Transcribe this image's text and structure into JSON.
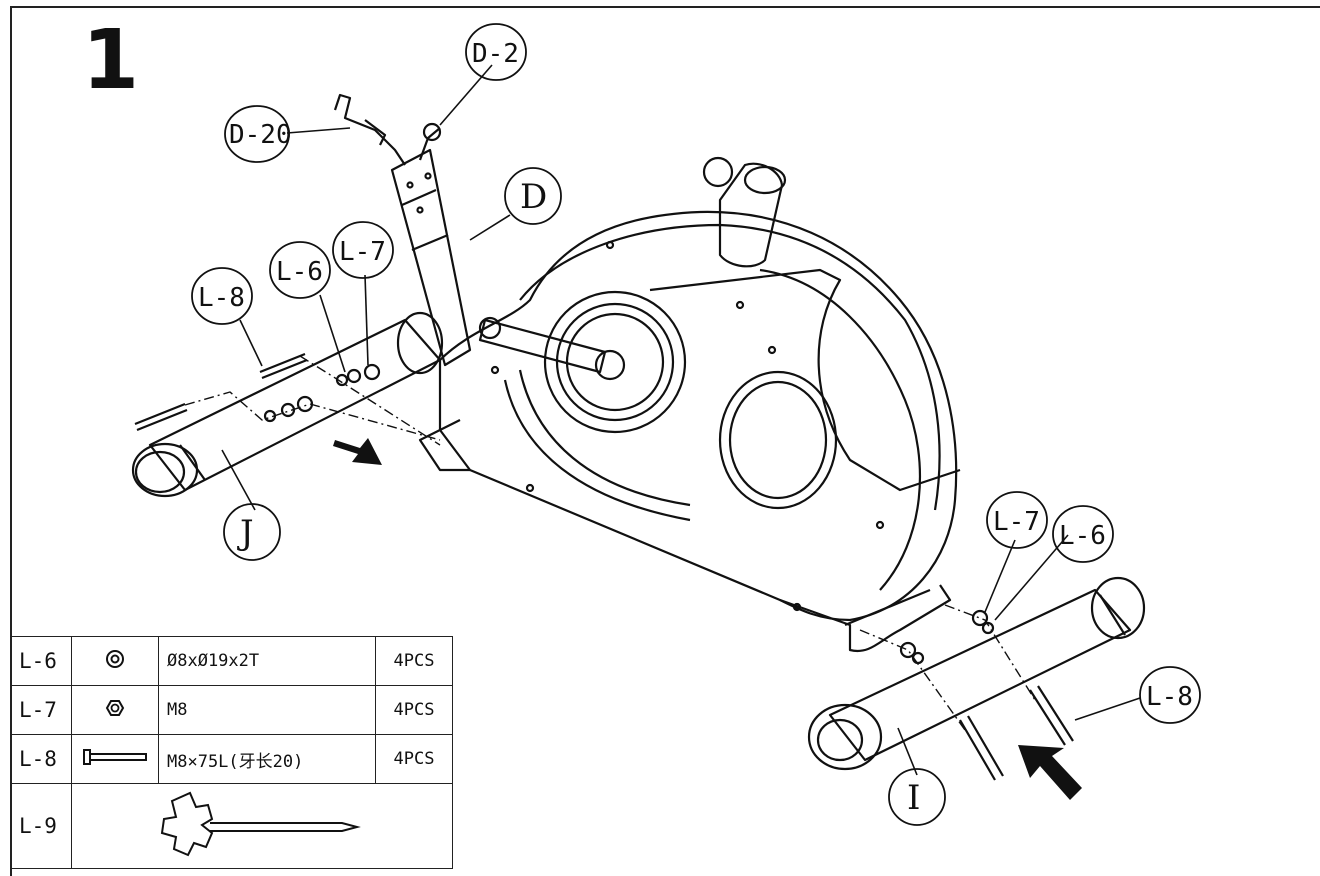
{
  "step_number": "1",
  "callouts": {
    "d2": "D-2",
    "d20": "D-20",
    "d": "D",
    "j": "J",
    "i": "I",
    "l6_left": "L-6",
    "l7_left": "L-7",
    "l8_left": "L-8",
    "l7_right": "L-7",
    "l6_right": "L-6",
    "l8_right": "L-8"
  },
  "parts_table": {
    "rows": [
      {
        "code": "L-6",
        "icon": "flat-washer-icon",
        "spec": "Ø8xØ19x2T",
        "qty": "4PCS"
      },
      {
        "code": "L-7",
        "icon": "nut-icon",
        "spec": "M8",
        "qty": "4PCS"
      },
      {
        "code": "L-8",
        "icon": "bolt-icon",
        "spec": "M8×75L(牙长20)",
        "qty": "4PCS"
      },
      {
        "code": "L-9",
        "icon": "wrench-icon",
        "spec": "",
        "qty": ""
      }
    ]
  },
  "colors": {
    "line": "#111111",
    "background": "#ffffff"
  }
}
